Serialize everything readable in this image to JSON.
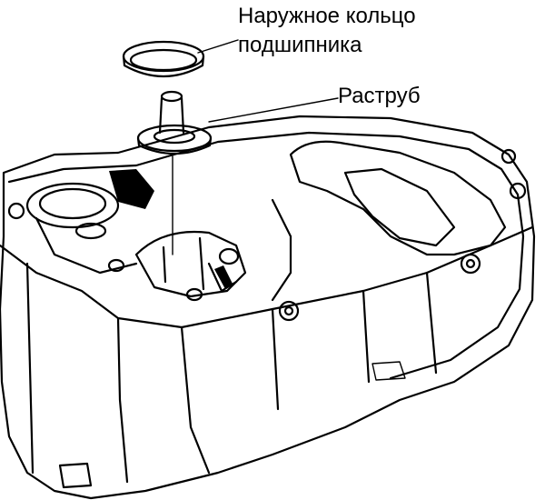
{
  "labels": {
    "outer_ring_line1": "Наружное кольцо",
    "outer_ring_line2": "подшипника",
    "nozzle": "Раструб"
  },
  "colors": {
    "ink": "#000000",
    "paper": "#ffffff"
  }
}
